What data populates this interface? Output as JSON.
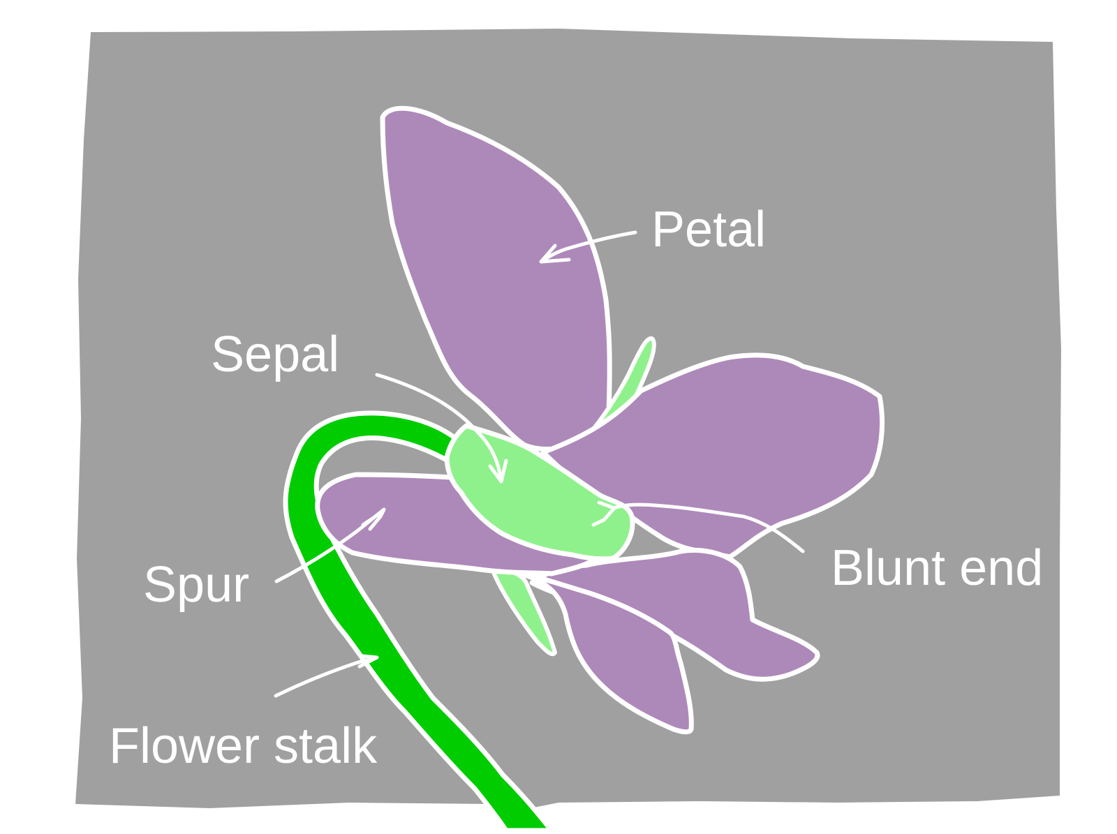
{
  "labels": {
    "petal": "Petal",
    "sepal": "Sepal",
    "spur": "Spur",
    "blunt_end": "Blunt end",
    "flower_stalk": "Flower stalk"
  },
  "colors": {
    "background": "#a0a0a0",
    "page": "#ffffff",
    "petal": "#ad89b9",
    "sepal": "#8ff18c",
    "stalk": "#00cc00",
    "outline": "#ffffff"
  }
}
